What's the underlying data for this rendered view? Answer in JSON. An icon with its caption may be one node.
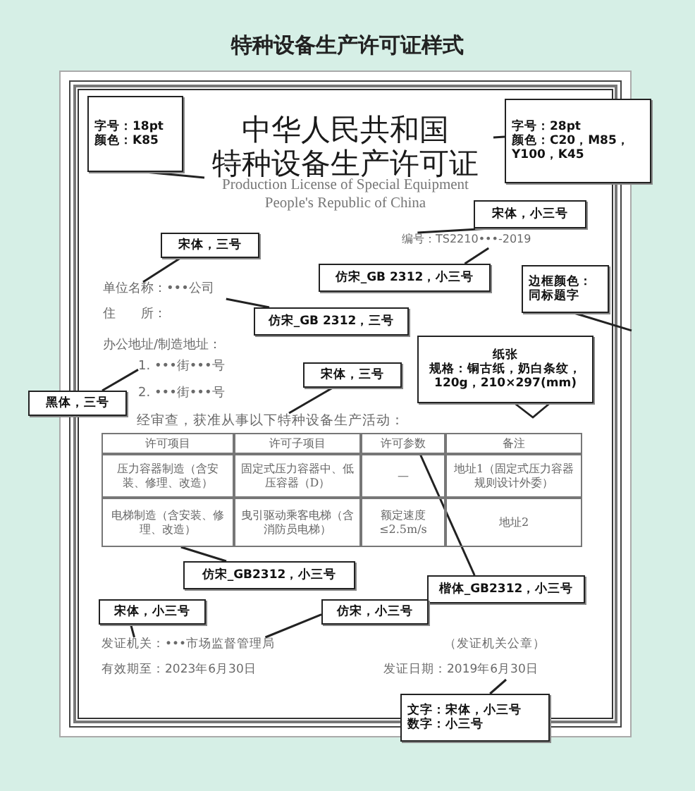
{
  "diagram": {
    "title": "特种设备生产许可证样式",
    "nodes": [
      {
        "text": [],
        "shape": "box"
      },
      {
        "text": [
          "中华人民共和国",
          "特种设备生产许可证"
        ],
        "in": 0
      },
      {
        "text": [
          "Production License of Special Equipment",
          "People's Republic of China"
        ],
        "in": 0
      },
      {
        "text": [
          "编号：TS2210•••-2019"
        ],
        "in": 0
      },
      {
        "text": [
          "单位名称：•••公司"
        ],
        "in": 0
      },
      {
        "text": [
          "住　　所："
        ],
        "in": 0
      },
      {
        "text": [
          "办公地址/制造地址："
        ],
        "in": 0
      },
      {
        "text": [
          "1. •••街•••号"
        ],
        "in": 0
      },
      {
        "text": [
          "2. •••街•••号"
        ],
        "in": 0
      },
      {
        "text": [
          "经审查，获准从事以下特种设备生产活动："
        ],
        "in": 0
      },
      {
        "text": [],
        "shape": "box",
        "in": 0
      },
      {
        "text": [
          "许可项目"
        ],
        "in": 10
      },
      {
        "text": [
          "许可子项目"
        ],
        "in": 10
      },
      {
        "text": [
          "许可参数"
        ],
        "in": 10
      },
      {
        "text": [
          "备注"
        ],
        "in": 10
      },
      {
        "text": [
          "压力容器制造（含安装、修理、改造）"
        ],
        "in": 10
      },
      {
        "text": [
          "固定式压力容器中、低压容器（D）"
        ],
        "in": 10
      },
      {
        "text": [
          "—"
        ],
        "in": 10
      },
      {
        "text": [
          "地址1（固定式压力容器规则设计外委）"
        ],
        "in": 10
      },
      {
        "text": [
          "电梯制造（含安装、修理、改造）"
        ],
        "in": 10
      },
      {
        "text": [
          "曳引驱动乘客电梯（含消防员电梯）"
        ],
        "in": 10
      },
      {
        "text": [
          "额定速度≤2.5m/s"
        ],
        "in": 10
      },
      {
        "text": [
          "地址2"
        ],
        "in": 10
      },
      {
        "text": [
          "发证机关：•••市场监督管理局"
        ],
        "in": 0
      },
      {
        "text": [
          "（发证机关公章）"
        ],
        "in": 0
      },
      {
        "text": [
          "有效期至：2023年6月30日"
        ],
        "in": 0
      },
      {
        "text": [
          "发证日期：2019年6月30日"
        ],
        "in": 0
      },
      {
        "text": [
          "字号：18pt",
          "颜色：K85"
        ],
        "in": 0
      },
      {
        "text": [
          "字号：28pt",
          "颜色：C20，M85，Y100，K45"
        ]
      },
      {
        "text": [
          "宋体，小三号"
        ],
        "in": 0
      },
      {
        "text": [
          "宋体，三号"
        ],
        "in": 0
      },
      {
        "text": [
          "仿宋_GB 2312，小三号"
        ],
        "in": 0
      },
      {
        "text": [
          "边框颜色：同标题字"
        ],
        "in": 0
      },
      {
        "text": [
          "仿宋_GB 2312，三号"
        ],
        "in": 0
      },
      {
        "text": [
          "纸张",
          "规格：铜古纸，奶白条纹，120g，210×297(mm)"
        ],
        "in": 0
      },
      {
        "text": [
          "黑体，三号"
        ]
      },
      {
        "text": [
          "宋体，三号"
        ],
        "in": 0
      },
      {
        "text": [
          "仿宋_GB2312，小三号"
        ],
        "in": 0
      },
      {
        "text": [
          "楷体_GB2312，小三号"
        ],
        "in": 0
      },
      {
        "text": [
          "宋体，小三号"
        ],
        "in": 0
      },
      {
        "text": [
          "仿宋，小三号"
        ],
        "in": 0
      },
      {
        "text": [
          "文字：宋体，小三号",
          "数字：小三号"
        ]
      }
    ],
    "edges": [
      {
        "from": 27,
        "to": 2,
        "arrow": "none"
      },
      {
        "from": 28,
        "to": 1,
        "arrow": "none"
      },
      {
        "from": 29,
        "to": 3,
        "arrow": "none"
      },
      {
        "from": 30,
        "to": 4,
        "arrow": "none"
      },
      {
        "from": 31,
        "to": 3,
        "arrow": "none"
      },
      {
        "from": 32,
        "to": 0,
        "arrow": "none"
      },
      {
        "from": 33,
        "to": 4,
        "arrow": "none"
      },
      {
        "from": 35,
        "to": 7,
        "arrow": "none"
      },
      {
        "from": 36,
        "to": 9,
        "arrow": "none"
      },
      {
        "from": 37,
        "to": 19,
        "arrow": "none"
      },
      {
        "from": 38,
        "to": 13,
        "arrow": "none"
      },
      {
        "from": 39,
        "to": 23,
        "arrow": "none"
      },
      {
        "from": 40,
        "to": 23,
        "arrow": "none"
      },
      {
        "from": 41,
        "to": 26,
        "arrow": "none"
      }
    ]
  }
}
